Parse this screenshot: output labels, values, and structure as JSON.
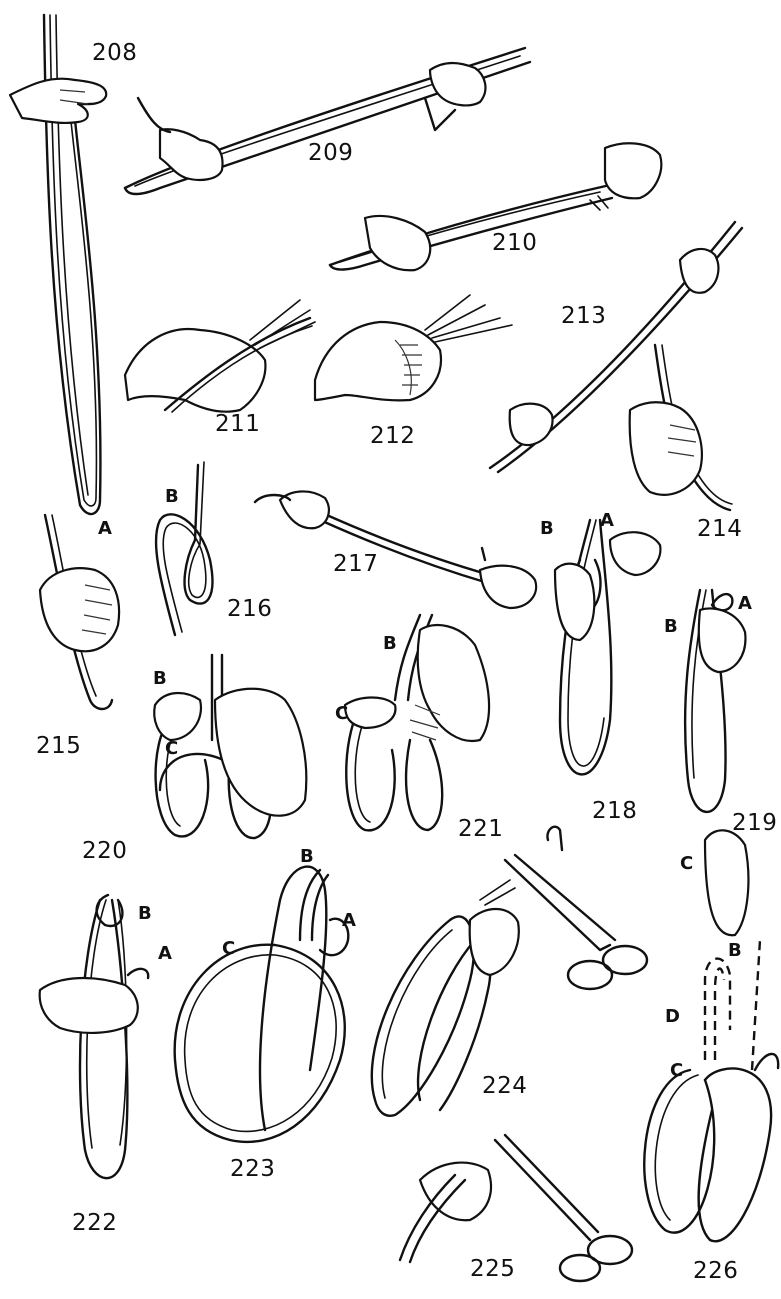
{
  "figures": [
    {
      "id": "fig-208",
      "label": "208"
    },
    {
      "id": "fig-209",
      "label": "209"
    },
    {
      "id": "fig-210",
      "label": "210"
    },
    {
      "id": "fig-211",
      "label": "211"
    },
    {
      "id": "fig-212",
      "label": "212"
    },
    {
      "id": "fig-213",
      "label": "213"
    },
    {
      "id": "fig-214",
      "label": "214"
    },
    {
      "id": "fig-215",
      "label": "215"
    },
    {
      "id": "fig-216",
      "label": "216"
    },
    {
      "id": "fig-217",
      "label": "217"
    },
    {
      "id": "fig-218",
      "label": "218"
    },
    {
      "id": "fig-219",
      "label": "219"
    },
    {
      "id": "fig-220",
      "label": "220"
    },
    {
      "id": "fig-221",
      "label": "221"
    },
    {
      "id": "fig-222",
      "label": "222"
    },
    {
      "id": "fig-223",
      "label": "223"
    },
    {
      "id": "fig-224",
      "label": "224"
    },
    {
      "id": "fig-225",
      "label": "225"
    },
    {
      "id": "fig-226",
      "label": "226"
    }
  ],
  "point_labels": {
    "a": "A",
    "b": "B",
    "c": "C",
    "d": "D"
  },
  "style": {
    "ink": "#111111",
    "paper": "#ffffff"
  }
}
